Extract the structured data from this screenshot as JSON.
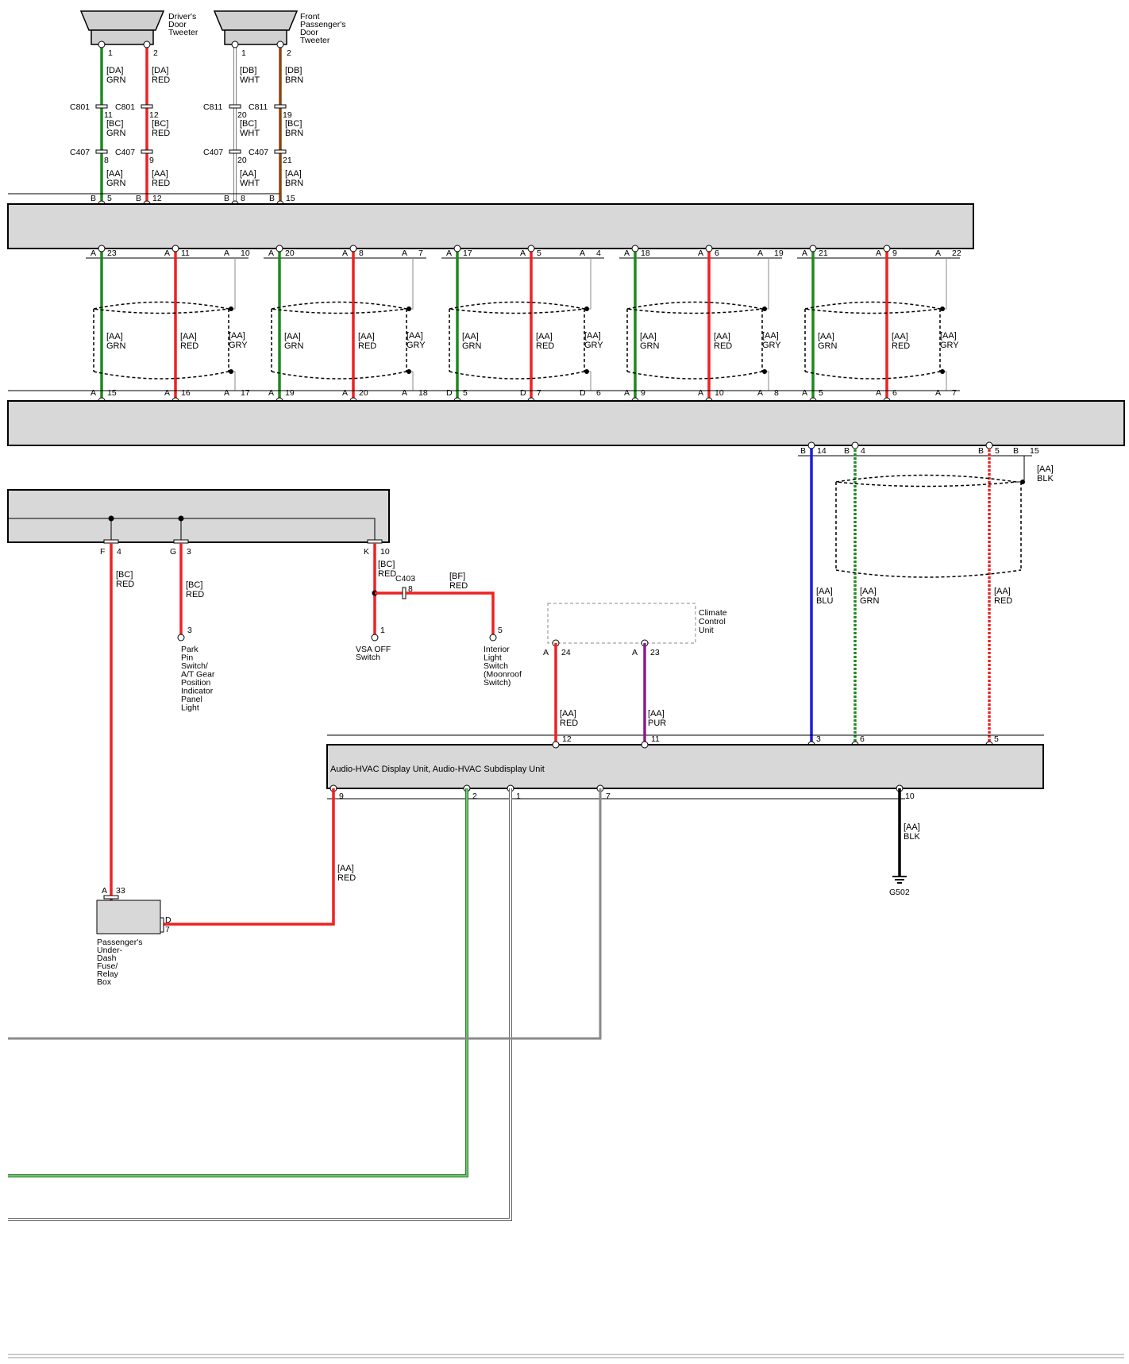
{
  "components": {
    "drivers_tweeter": [
      "Driver's",
      "Door",
      "Tweeter"
    ],
    "front_pass_tweeter": [
      "Front",
      "Passenger's",
      "Door",
      "Tweeter"
    ],
    "climate_control": [
      "Climate",
      "Control",
      "Unit"
    ],
    "audio_hvac": "Audio-HVAC Display Unit, Audio-HVAC Subdisplay Unit",
    "park_pin": [
      "Park",
      "Pin",
      "Switch/",
      "A/T Gear",
      "Position",
      "Indicator",
      "Panel",
      "Light"
    ],
    "vsa_off": [
      "VSA OFF",
      "Switch"
    ],
    "interior_light": [
      "Interior",
      "Light",
      "Switch",
      "(Moonroof",
      "Switch)"
    ],
    "pass_fuse": [
      "Passenger's",
      "Under-",
      "Dash",
      "Fuse/",
      "Relay",
      "Box"
    ],
    "ground": "G502"
  },
  "connectors": {
    "c801": "C801",
    "c811": "C811",
    "c407": "C407",
    "c403": "C403"
  },
  "tweeters": [
    {
      "pins": [
        "1",
        "2"
      ],
      "c801": [
        "11",
        "12"
      ],
      "c407": [
        "8",
        "9"
      ],
      "bottom": [
        "5",
        "12"
      ],
      "w1": [
        [
          "[DA]",
          "GRN"
        ],
        [
          "[BC]",
          "GRN"
        ],
        [
          "[AA]",
          "GRN"
        ]
      ],
      "w2": [
        [
          "[DA]",
          "RED"
        ],
        [
          "[BC]",
          "RED"
        ],
        [
          "[AA]",
          "RED"
        ]
      ]
    },
    {
      "pins": [
        "1",
        "2"
      ],
      "c801": [
        "20",
        "19"
      ],
      "c407": [
        "20",
        "21"
      ],
      "bottom": [
        "8",
        "15"
      ],
      "w1": [
        [
          "[DB]",
          "WHT"
        ],
        [
          "[BC]",
          "WHT"
        ],
        [
          "[AA]",
          "WHT"
        ]
      ],
      "w2": [
        [
          "[DB]",
          "BRN"
        ],
        [
          "[BC]",
          "BRN"
        ],
        [
          "[AA]",
          "BRN"
        ]
      ]
    }
  ],
  "shield_groups": [
    {
      "top": [
        [
          "A",
          "23"
        ],
        [
          "A",
          "11"
        ],
        [
          "A",
          "10"
        ]
      ],
      "bot": [
        [
          "A",
          "15"
        ],
        [
          "A",
          "16"
        ],
        [
          "A",
          "17"
        ]
      ]
    },
    {
      "top": [
        [
          "A",
          "20"
        ],
        [
          "A",
          "8"
        ],
        [
          "A",
          "7"
        ]
      ],
      "bot": [
        [
          "A",
          "19"
        ],
        [
          "A",
          "20"
        ],
        [
          "A",
          "18"
        ]
      ]
    },
    {
      "top": [
        [
          "A",
          "17"
        ],
        [
          "A",
          "5"
        ],
        [
          "A",
          "4"
        ]
      ],
      "bot": [
        [
          "D",
          "5"
        ],
        [
          "D",
          "7"
        ],
        [
          "D",
          "6"
        ]
      ]
    },
    {
      "top": [
        [
          "A",
          "18"
        ],
        [
          "A",
          "6"
        ],
        [
          "A",
          "19"
        ]
      ],
      "bot": [
        [
          "A",
          "9"
        ],
        [
          "A",
          "10"
        ],
        [
          "A",
          "8"
        ]
      ]
    },
    {
      "top": [
        [
          "A",
          "21"
        ],
        [
          "A",
          "9"
        ],
        [
          "A",
          "22"
        ]
      ],
      "bot": [
        [
          "A",
          "5"
        ],
        [
          "A",
          "6"
        ],
        [
          "A",
          "7"
        ]
      ]
    }
  ],
  "shield_wire_labels": {
    "grn": [
      "[AA]",
      "GRN"
    ],
    "red": [
      "[AA]",
      "RED"
    ],
    "gry": [
      "[AA]",
      "GRY"
    ]
  },
  "right_group": {
    "pins": [
      [
        "B",
        "14"
      ],
      [
        "B",
        "4"
      ],
      [
        "B",
        "5"
      ],
      [
        "B",
        "15"
      ]
    ],
    "blk": [
      "[AA]",
      "BLK"
    ],
    "blu": [
      "[AA]",
      "BLU"
    ],
    "grn": [
      "[AA]",
      "GRN"
    ],
    "red": [
      "[AA]",
      "RED"
    ],
    "bottom_pins": [
      "3",
      "6",
      "5"
    ]
  },
  "left_unit": {
    "pins": [
      [
        "F",
        "4"
      ],
      [
        "G",
        "3"
      ],
      [
        "K",
        "10"
      ]
    ],
    "w_f": [
      "[BC]",
      "RED"
    ],
    "w_g": [
      "[BC]",
      "RED"
    ],
    "w_k": [
      "[BC]",
      "RED"
    ],
    "park_pin_pin": "3",
    "vsa_pin": "1",
    "c403_pin": "8",
    "w_bf": [
      "[BF]",
      "RED"
    ],
    "interior_pin": "5"
  },
  "climate": {
    "pins": [
      [
        "A",
        "24"
      ],
      [
        "A",
        "23"
      ]
    ],
    "w1": [
      "[AA]",
      "RED"
    ],
    "w2": [
      "[AA]",
      "PUR"
    ],
    "bottom_pins": [
      "12",
      "11"
    ]
  },
  "audio_bottom": {
    "pins": [
      "9",
      "2",
      "1",
      "7",
      "10"
    ],
    "red": [
      "[AA]",
      "RED"
    ],
    "blk": [
      "[AA]",
      "BLK"
    ]
  },
  "fuse": {
    "pin_a": [
      "A",
      "33"
    ],
    "pin_d": [
      "D",
      "7"
    ]
  },
  "colors": {
    "grn": "#1e8a1e",
    "red": "#ee2222",
    "blu": "#1d1de0",
    "pur": "#8a1e8a",
    "gry": "#8a8a8a",
    "blk": "#000000",
    "lgrn": "#6ec46e",
    "wht": "#ffffff",
    "brn": "#8b4513"
  }
}
